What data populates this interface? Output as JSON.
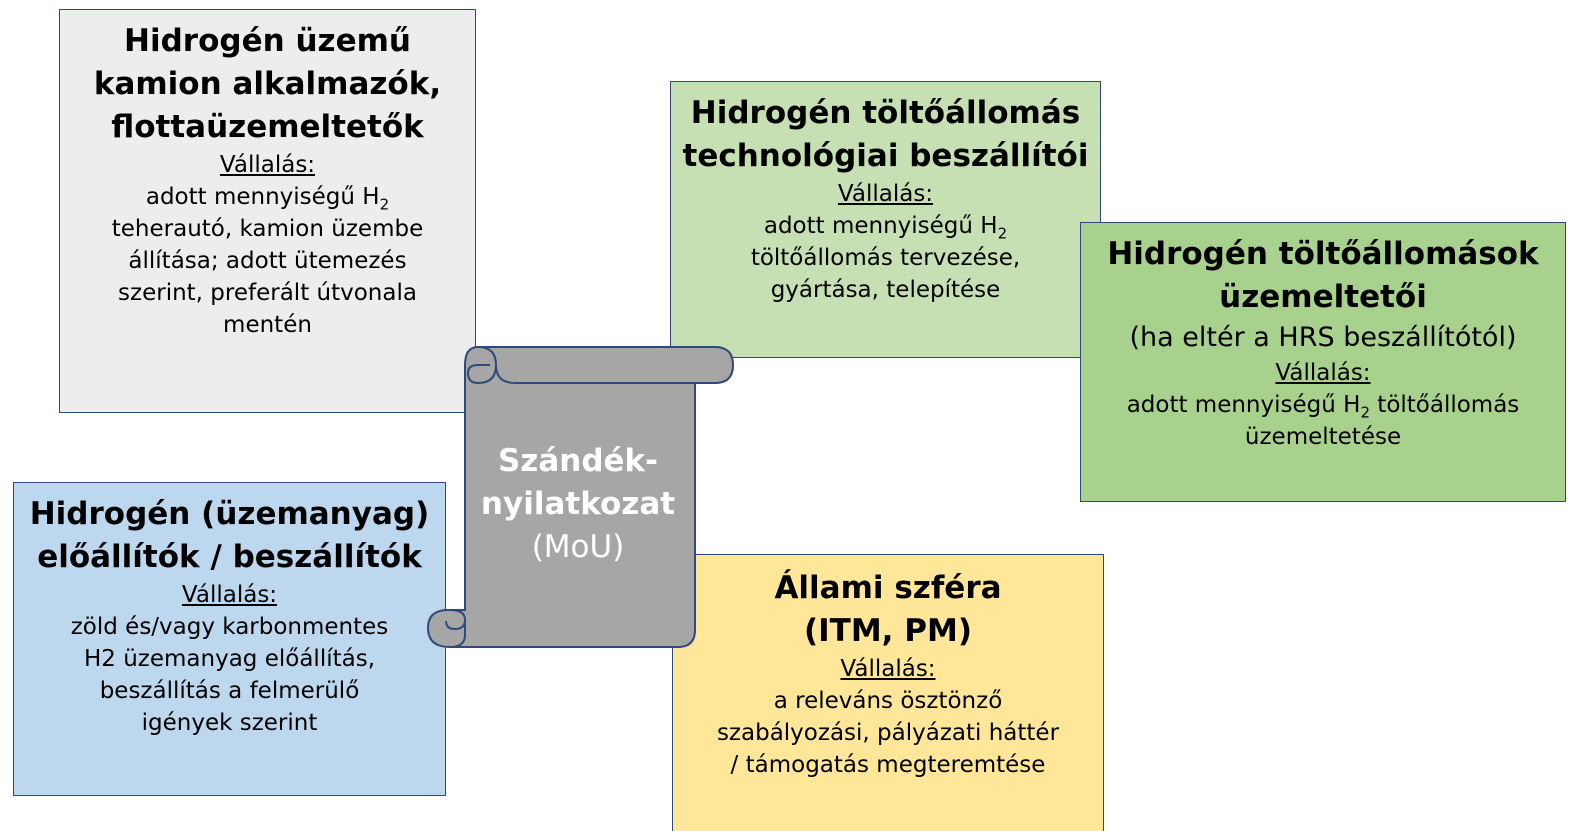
{
  "colors": {
    "fleet_box": "#ededed",
    "hrs_tech_box": "#c6e0b4",
    "hrs_operator_box": "#a9d18e",
    "h2_producer_box": "#bdd7ee",
    "state_box": "#ffe699",
    "scroll_fill": "#a6a6a6",
    "scroll_stroke": "#2f4a7a",
    "border": "#2f4a7a"
  },
  "center": {
    "icon": "scroll-icon",
    "title_line1": "Szándék-",
    "title_line2": "nyilatkozat",
    "subtitle": "(MoU)"
  },
  "fleet": {
    "title_line1": "Hidrogén üzemű",
    "title_line2": "kamion alkalmazók,",
    "title_line3": "flottaüzemeltetők",
    "label": "Vállalás:",
    "line1_pre": "adott mennyiségű H",
    "line1_sub": "2",
    "line2": "teherautó, kamion üzembe",
    "line3": "állítása; adott ütemezés",
    "line4": "szerint, preferált útvonala",
    "line5": "mentén"
  },
  "hrs_tech": {
    "title_line1": "Hidrogén töltőállomás",
    "title_line2": "technológiai beszállítói",
    "label": "Vállalás:",
    "line1_pre": "adott mennyiségű H",
    "line1_sub": "2",
    "line2": "töltőállomás tervezése,",
    "line3": "gyártása, telepítése"
  },
  "hrs_operator": {
    "title_line1": "Hidrogén töltőállomások",
    "title_line2": "üzemeltetői",
    "subtitle": "(ha eltér a HRS beszállítótól)",
    "label": "Vállalás:",
    "line1_pre": "adott mennyiségű H",
    "line1_sub": "2",
    "line1_post": " töltőállomás",
    "line2": "üzemeltetése"
  },
  "h2_producer": {
    "title_line1": "Hidrogén (üzemanyag)",
    "title_line2": "előállítók / beszállítók",
    "label": "Vállalás:",
    "line1": "zöld és/vagy karbonmentes",
    "line2": "H2 üzemanyag előállítás,",
    "line3": "beszállítás a felmerülő",
    "line4": "igények szerint"
  },
  "state": {
    "title_line1": "Állami szféra",
    "title_line2": "(ITM, PM)",
    "label": "Vállalás:",
    "line1": "a releváns ösztönző",
    "line2": "szabályozási, pályázati háttér",
    "line3": "/ támogatás megteremtése"
  }
}
